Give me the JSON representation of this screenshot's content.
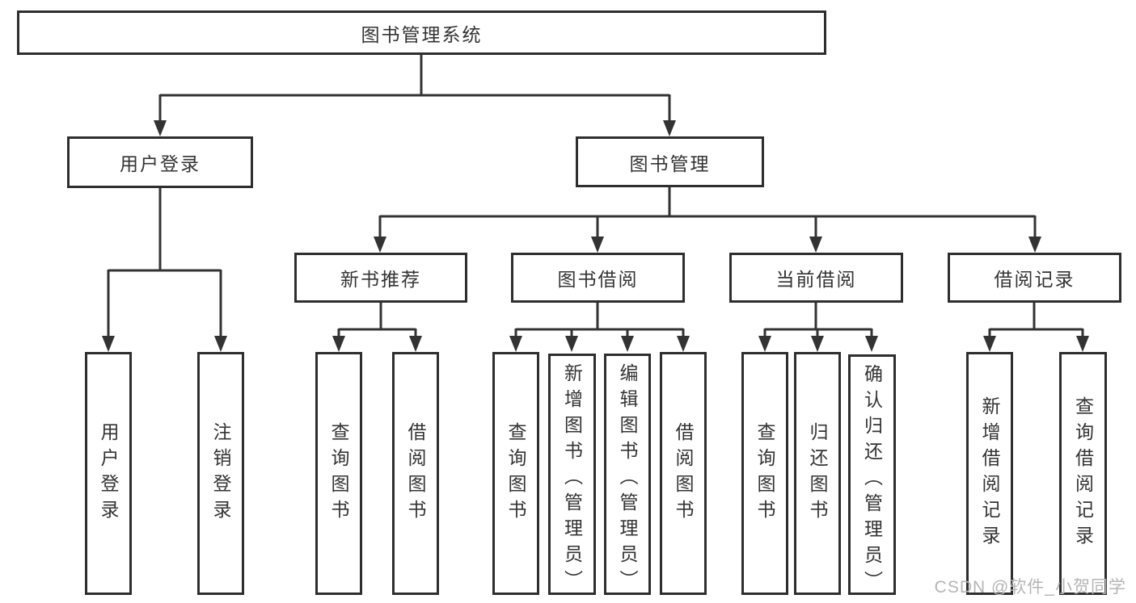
{
  "diagram_title": "图书管理系统",
  "chart_type": "hierarchy-tree",
  "colors": {
    "line": "#333333",
    "box_border": "#2e2e2e",
    "text": "#333333",
    "background": "#ffffff",
    "watermark_text_color": "#b5b5b5"
  },
  "tree": {
    "label": "图书管理系统",
    "children": [
      {
        "label": "用户登录",
        "children": [
          {
            "label": "用户登录"
          },
          {
            "label": "注销登录"
          }
        ]
      },
      {
        "label": "图书管理",
        "children": [
          {
            "label": "新书推荐",
            "children": [
              {
                "label": "查询图书"
              },
              {
                "label": "借阅图书"
              }
            ]
          },
          {
            "label": "图书借阅",
            "children": [
              {
                "label": "查询图书"
              },
              {
                "label": "新增图书（管理员）"
              },
              {
                "label": "编辑图书（管理员）"
              },
              {
                "label": "借阅图书"
              }
            ]
          },
          {
            "label": "当前借阅",
            "children": [
              {
                "label": "查询图书"
              },
              {
                "label": "归还图书"
              },
              {
                "label": "确认归还（管理员）"
              }
            ]
          },
          {
            "label": "借阅记录",
            "children": [
              {
                "label": "新增借阅记录"
              },
              {
                "label": "查询借阅记录"
              }
            ]
          }
        ]
      }
    ]
  },
  "watermark": {
    "text": "CSDN @软件_小贺同学"
  }
}
